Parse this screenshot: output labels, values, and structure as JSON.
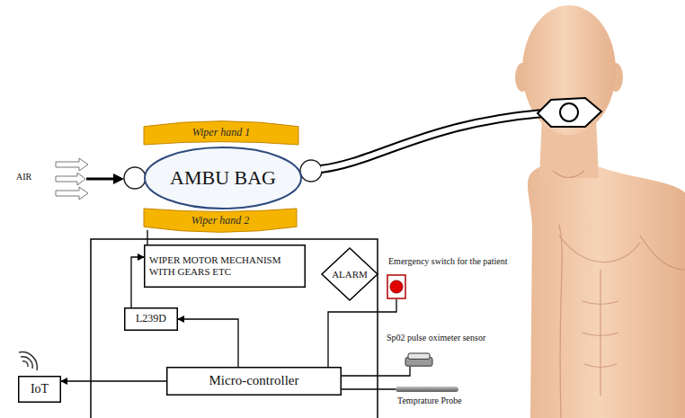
{
  "diagram": {
    "nodes": [
      {
        "text": [
          "Wiper hand 1"
        ]
      },
      {
        "text": [
          "AMBU BAG"
        ]
      },
      {
        "text": [
          "Wiper hand 2"
        ]
      },
      {
        "text": [
          "WIPER MOTOR MECHANISM WITH GEARS ETC"
        ]
      },
      {
        "text": [
          "ALARM"
        ]
      },
      {
        "text": [
          "L239D"
        ]
      },
      {
        "text": [
          "Micro-controller"
        ]
      },
      {
        "text": [
          "IoT"
        ]
      },
      {
        "text": [
          "Emergency switch for the patient"
        ]
      },
      {
        "text": [
          "Sp02 pulse oximeter sensor"
        ]
      },
      {
        "text": [
          "Temprature Probe"
        ]
      }
    ],
    "edges": [
      {
        "from": 3,
        "to": 2,
        "arrow": "none"
      },
      {
        "from": 5,
        "to": 3,
        "arrow": "to"
      },
      {
        "from": 6,
        "to": 5,
        "arrow": "to"
      },
      {
        "from": 6,
        "to": 7,
        "arrow": "to"
      },
      {
        "from": 6,
        "to": 8,
        "arrow": "none"
      },
      {
        "from": 6,
        "to": 9,
        "arrow": "none"
      },
      {
        "from": 6,
        "to": 10,
        "arrow": "none"
      }
    ],
    "labels": [
      "AIR"
    ]
  }
}
